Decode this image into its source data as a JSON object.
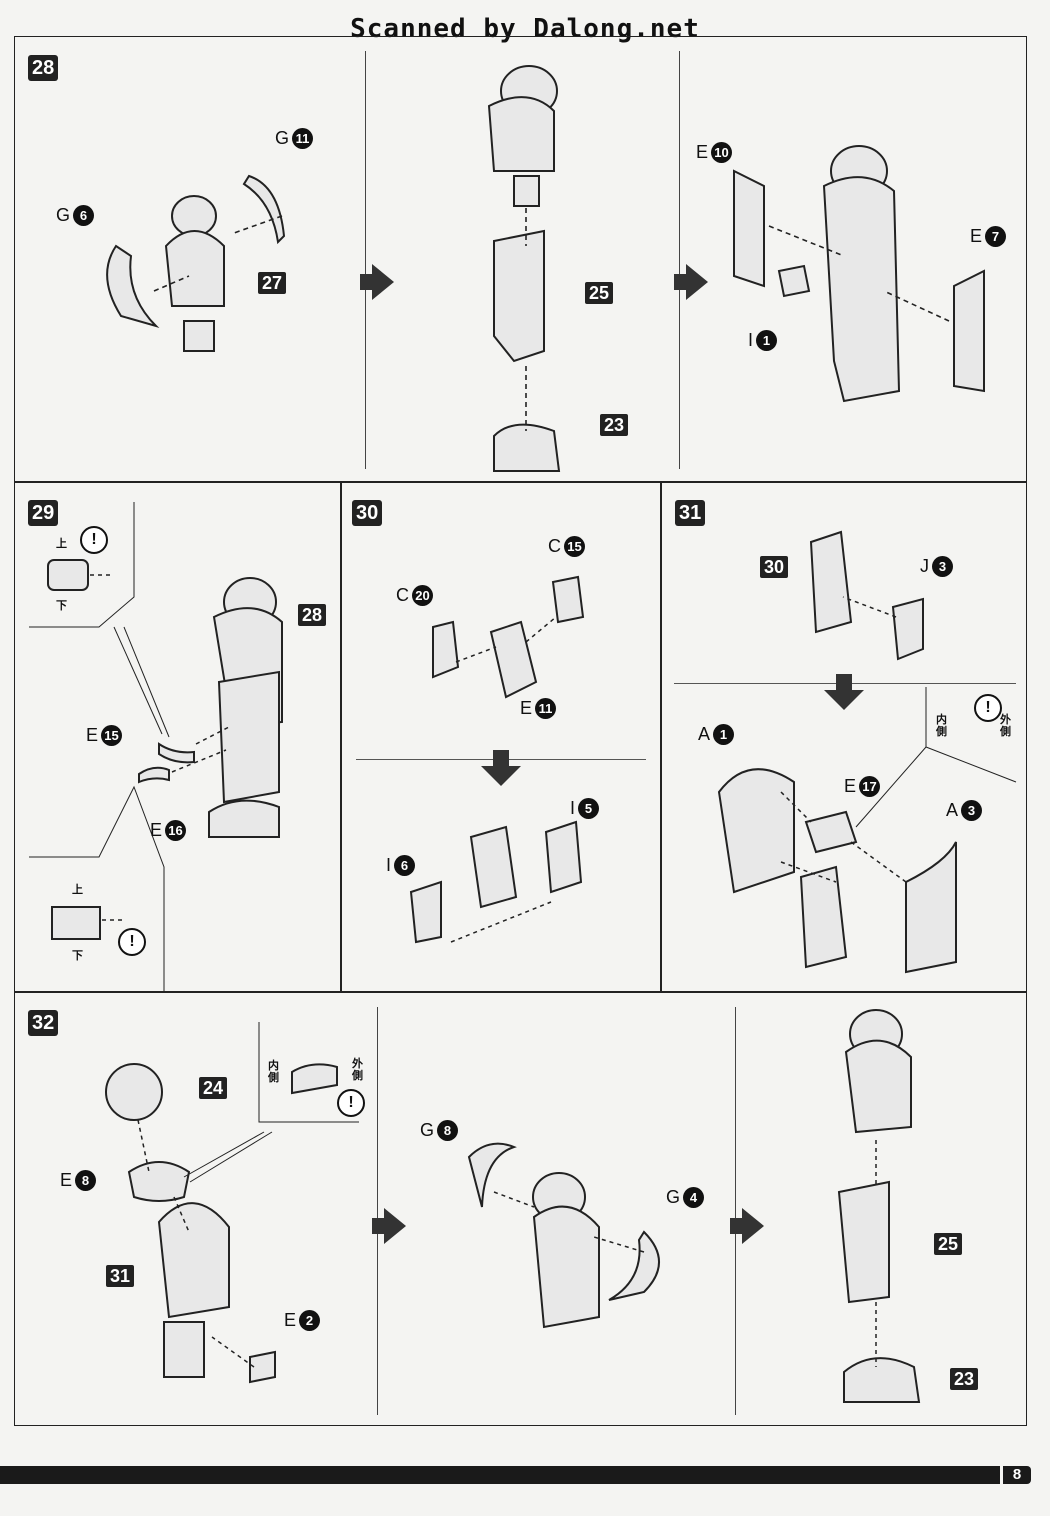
{
  "header": {
    "scan_credit": "Scanned by Dalong.net"
  },
  "steps": {
    "s28": {
      "number": "28",
      "callouts": [
        "27",
        "25",
        "23"
      ],
      "parts": [
        {
          "letter": "G",
          "num": "11"
        },
        {
          "letter": "G",
          "num": "6"
        },
        {
          "letter": "E",
          "num": "10"
        },
        {
          "letter": "E",
          "num": "7"
        },
        {
          "letter": "I",
          "num": "1"
        }
      ]
    },
    "s29": {
      "number": "29",
      "callouts": [
        "28"
      ],
      "parts": [
        {
          "letter": "E",
          "num": "15"
        },
        {
          "letter": "E",
          "num": "16"
        }
      ],
      "notes": {
        "top_up": "上",
        "top_down": "下",
        "bottom_up": "上",
        "bottom_down": "下"
      }
    },
    "s30": {
      "number": "30",
      "parts": [
        {
          "letter": "C",
          "num": "15"
        },
        {
          "letter": "C",
          "num": "20"
        },
        {
          "letter": "E",
          "num": "11"
        },
        {
          "letter": "I",
          "num": "5"
        },
        {
          "letter": "I",
          "num": "6"
        }
      ]
    },
    "s31": {
      "number": "31",
      "callouts": [
        "30"
      ],
      "parts": [
        {
          "letter": "J",
          "num": "3"
        },
        {
          "letter": "A",
          "num": "1"
        },
        {
          "letter": "E",
          "num": "17"
        },
        {
          "letter": "A",
          "num": "3"
        }
      ],
      "notes": {
        "inner": "内側",
        "outer": "外側"
      }
    },
    "s32": {
      "number": "32",
      "callouts": [
        "24",
        "31",
        "25",
        "23"
      ],
      "parts": [
        {
          "letter": "E",
          "num": "8"
        },
        {
          "letter": "E",
          "num": "2"
        },
        {
          "letter": "G",
          "num": "8"
        },
        {
          "letter": "G",
          "num": "4"
        }
      ],
      "notes": {
        "inner": "内側",
        "outer": "外側"
      }
    }
  },
  "warning_mark": "!",
  "page_number": "8",
  "colors": {
    "ink": "#222222",
    "paper": "#f4f4f2"
  }
}
